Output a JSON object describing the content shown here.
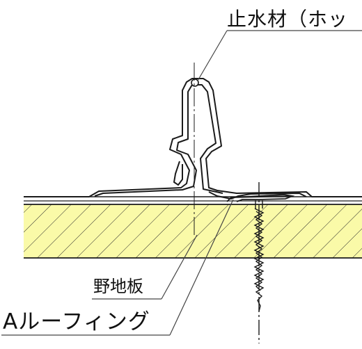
{
  "labels": {
    "sealing_material": "止水材（ホッ",
    "sheathing_board": "野地板",
    "a_roofing": "Aルーフィング"
  },
  "colors": {
    "board_fill": "#fafaa8",
    "line": "#1a1a1a",
    "hatch": "#2a2a2a",
    "leader": "#444444"
  }
}
